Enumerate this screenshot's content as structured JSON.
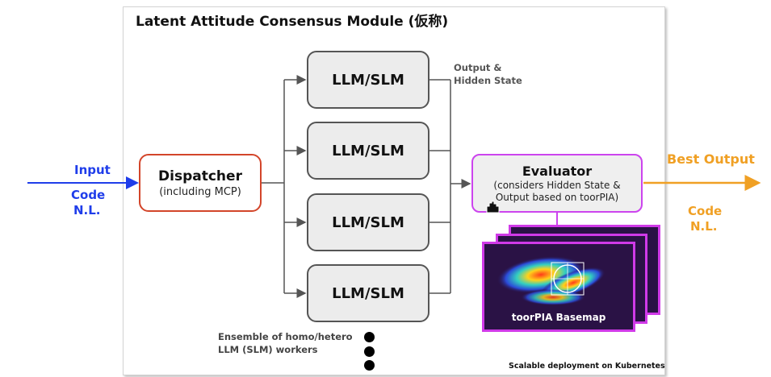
{
  "title": "Latent Attitude Consensus Module (仮称)",
  "input": {
    "label": "Input",
    "code": "Code",
    "nl": "N.L."
  },
  "dispatcher": {
    "title": "Dispatcher",
    "subtitle": "(including MCP)"
  },
  "workers": [
    "LLM/SLM",
    "LLM/SLM",
    "LLM/SLM",
    "LLM/SLM"
  ],
  "output_note": [
    "Output &",
    "Hidden State"
  ],
  "evaluator": {
    "title": "Evaluator",
    "line1": "(considers Hidden State &",
    "line2": "Output based on toorPIA)"
  },
  "best_output": {
    "label": "Best Output",
    "code": "Code",
    "nl": "N.L."
  },
  "basemap_label": "toorPIA Basemap",
  "ensemble_note": [
    "Ensemble of homo/hetero",
    "LLM (SLM) workers"
  ],
  "deployment_note": "Scalable deployment on Kubernetes",
  "colors": {
    "input": "#1f3dea",
    "output": "#f0a024",
    "dispatcher_border": "#d3452a",
    "evaluator_border": "#cc44ee"
  }
}
